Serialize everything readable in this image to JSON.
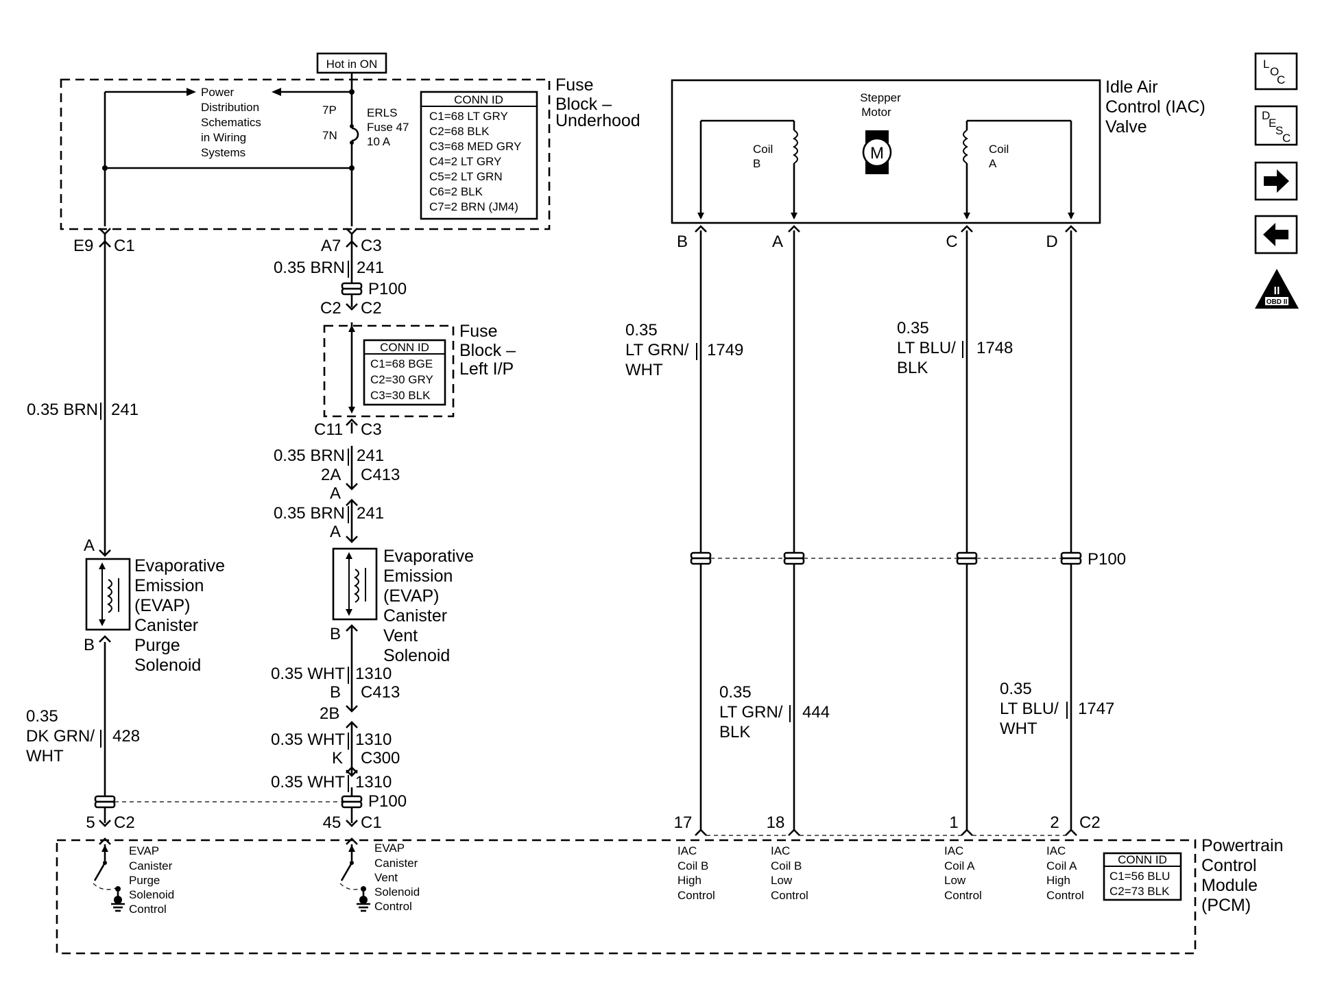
{
  "nav": {
    "loc_icon": "loc-icon",
    "desc_icon": "desc-icon",
    "next_icon": "arrow-right-icon",
    "prev_icon": "arrow-left-icon",
    "obd_icon": "obd-ii-icon",
    "obd_label": "OBD II",
    "obd_numeral": "II"
  },
  "hot_in_on": "Hot in ON",
  "fuse_block_underhood": {
    "title": [
      "Fuse",
      "Block –",
      "Underhood"
    ],
    "power_note": [
      "Power",
      "Distribution",
      "Schematics",
      "in Wiring",
      "Systems"
    ],
    "fuse_pin_in": "7P",
    "fuse_pin_out": "7N",
    "fuse_label": [
      "ERLS",
      "Fuse 47",
      "10 A"
    ],
    "conn_id": {
      "header": "CONN ID",
      "rows": [
        "C1=68 LT GRY",
        "C2=68 BLK",
        "C3=68 MED GRY",
        "C4=2 LT GRY",
        "C5=2 LT GRN",
        "C6=2 BLK",
        "C7=2 BRN (JM4)"
      ]
    }
  },
  "fuse_block_left_ip": {
    "title": [
      "Fuse",
      "Block –",
      "Left I/P"
    ],
    "conn_id": {
      "header": "CONN ID",
      "rows": [
        "C1=68 BGE",
        "C2=30 GRY",
        "C3=30 BLK"
      ]
    }
  },
  "purge_circuit": {
    "top_pin": "E9",
    "top_conn": "C1",
    "wire1_gauge": "0.35 BRN",
    "wire1_circuit": "241",
    "pin_a": "A",
    "pin_b": "B",
    "solenoid_label": [
      "Evaporative",
      "Emission",
      "(EVAP)",
      "Canister",
      "Purge",
      "Solenoid"
    ],
    "wire2_gauge": [
      "0.35",
      "DK GRN/",
      "WHT"
    ],
    "wire2_circuit": "428",
    "pcm_pin": "5",
    "pcm_conn": "C2",
    "pcm_label": [
      "EVAP",
      "Canister",
      "Purge",
      "Solenoid",
      "Control"
    ]
  },
  "vent_circuit": {
    "top_pin": "A7",
    "top_conn": "C3",
    "wire1_gauge": "0.35 BRN",
    "wire1_circuit": "241",
    "splice": "P100",
    "c2_left": "C2",
    "c2_right": "C2",
    "c11": "C11",
    "c3": "C3",
    "wire2_gauge": "0.35 BRN",
    "wire2_circuit": "241",
    "pin_2a": "2A",
    "conn_c413": "C413",
    "pin_a1": "A",
    "wire3_gauge": "0.35 BRN",
    "wire3_circuit": "241",
    "pin_a2": "A",
    "solenoid_label": [
      "Evaporative",
      "Emission",
      "(EVAP)",
      "Canister",
      "Vent",
      "Solenoid"
    ],
    "pin_b": "B",
    "wire4_gauge": "0.35 WHT",
    "wire4_circuit": "1310",
    "pin_b2": "B",
    "conn_c413b": "C413",
    "pin_2b": "2B",
    "wire5_gauge": "0.35 WHT",
    "wire5_circuit": "1310",
    "pin_k": "K",
    "conn_c300": "C300",
    "wire6_gauge": "0.35 WHT",
    "wire6_circuit": "1310",
    "pcm_pin": "45",
    "pcm_conn": "C1",
    "pcm_label": [
      "EVAP",
      "Canister",
      "Vent",
      "Solenoid",
      "Control"
    ]
  },
  "iac_valve": {
    "title": [
      "Idle Air",
      "Control (IAC)",
      "Valve"
    ],
    "motor_label": [
      "Stepper",
      "Motor"
    ],
    "motor_symbol": "M",
    "coil_b": [
      "Coil",
      "B"
    ],
    "coil_a": [
      "Coil",
      "A"
    ],
    "pins": [
      "B",
      "A",
      "C",
      "D"
    ],
    "upper_wires": [
      {
        "gauge": [
          "0.35",
          "LT GRN/",
          "WHT"
        ],
        "circuit": "1749"
      },
      {
        "gauge": [
          "0.35",
          "LT BLU/",
          "BLK"
        ],
        "circuit": "1748"
      }
    ],
    "splice": "P100",
    "lower_wires": [
      {
        "gauge": [
          "0.35",
          "LT GRN/",
          "BLK"
        ],
        "circuit": "444"
      },
      {
        "gauge": [
          "0.35",
          "LT BLU/",
          "WHT"
        ],
        "circuit": "1747"
      }
    ],
    "pcm_pins": [
      "17",
      "18",
      "1",
      "2"
    ],
    "pcm_conn": "C2",
    "pcm_labels": [
      [
        "IAC",
        "Coil B",
        "High",
        "Control"
      ],
      [
        "IAC",
        "Coil B",
        "Low",
        "Control"
      ],
      [
        "IAC",
        "Coil A",
        "Low",
        "Control"
      ],
      [
        "IAC",
        "Coil A",
        "High",
        "Control"
      ]
    ]
  },
  "pcm": {
    "title": [
      "Powertrain",
      "Control",
      "Module",
      "(PCM)"
    ],
    "conn_id": {
      "header": "CONN ID",
      "rows": [
        "C1=56 BLU",
        "C2=73 BLK"
      ]
    }
  }
}
